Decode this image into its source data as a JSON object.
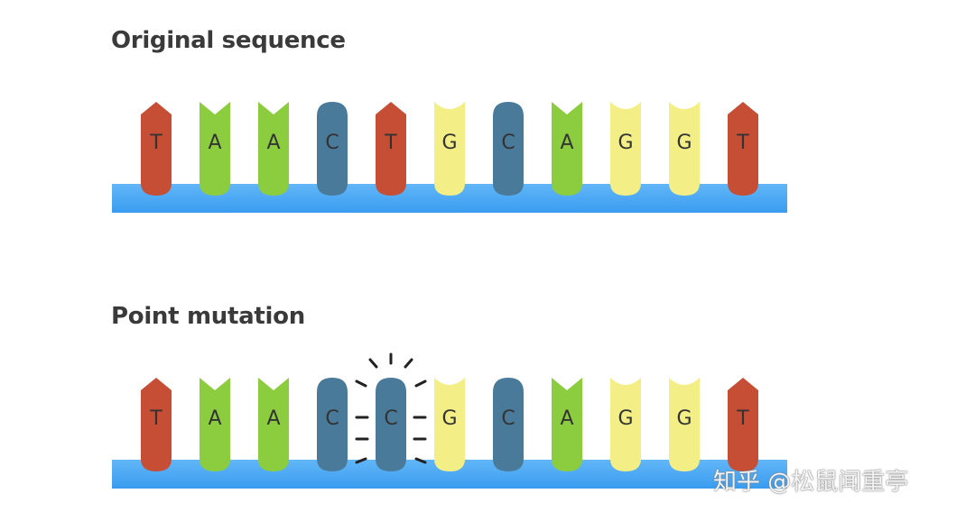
{
  "sections": [
    {
      "title": "Original sequence",
      "bases": [
        "T",
        "A",
        "A",
        "C",
        "T",
        "G",
        "C",
        "A",
        "G",
        "G",
        "T"
      ],
      "mutated_index": null
    },
    {
      "title": "Point mutation",
      "bases": [
        "T",
        "A",
        "A",
        "C",
        "C",
        "G",
        "C",
        "A",
        "G",
        "G",
        "T"
      ],
      "mutated_index": 4
    }
  ],
  "colors": {
    "T": "#c64e35",
    "A": "#8ccd3f",
    "C": "#4a7a9a",
    "G": "#f3ef86",
    "backbone_top": "#62b6f7",
    "backbone_bottom": "#3a9cf0"
  },
  "shapes": {
    "T": "arrow",
    "A": "notch",
    "C": "round",
    "G": "concave"
  },
  "watermark": "知乎 @松鼠闻重亭"
}
